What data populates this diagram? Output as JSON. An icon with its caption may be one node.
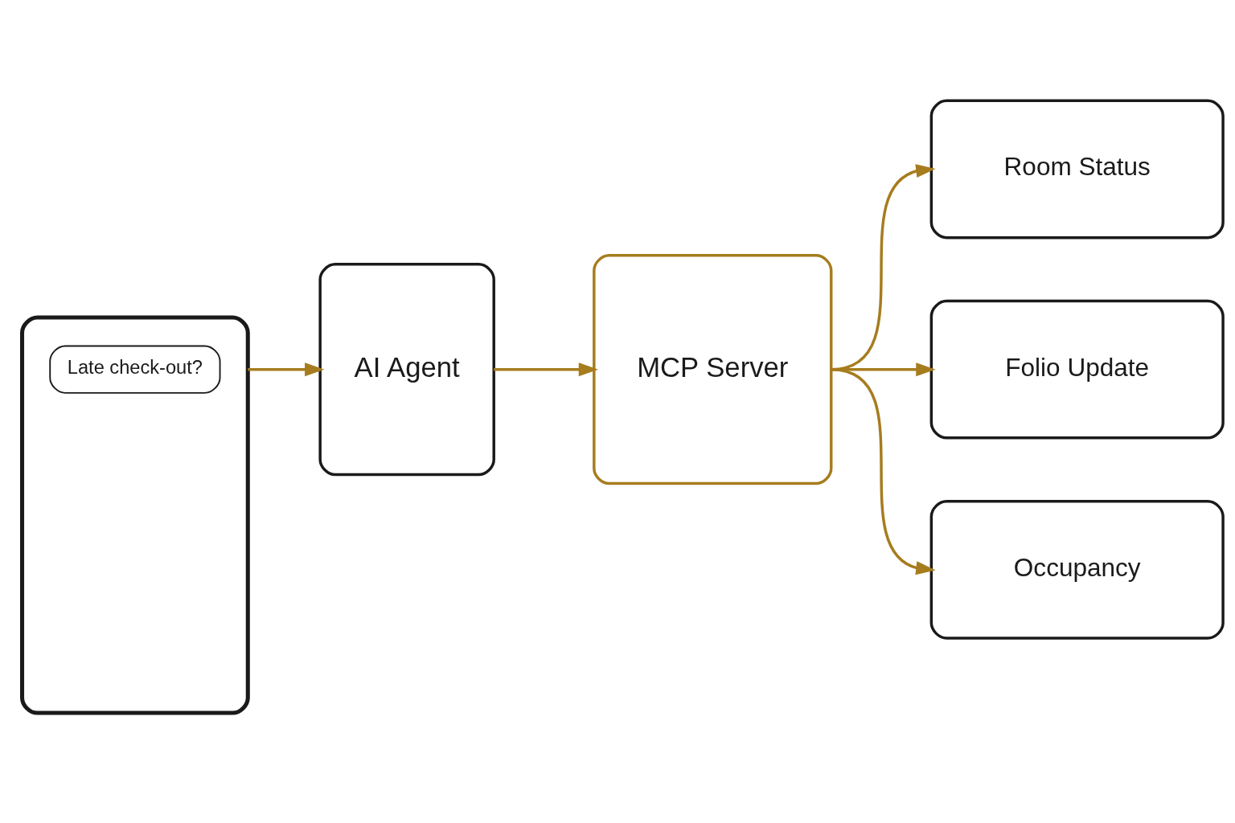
{
  "diagram": {
    "nodes": [
      {
        "text": [],
        "shape": "phone"
      },
      {
        "text": [
          "Late check-out?"
        ],
        "in": 0
      },
      {
        "text": [
          "AI Agent"
        ]
      },
      {
        "text": [
          "MCP Server"
        ]
      },
      {
        "text": [
          "Room Status"
        ]
      },
      {
        "text": [
          "Folio Update"
        ]
      },
      {
        "text": [
          "Occupancy"
        ]
      }
    ],
    "edges": [
      {
        "from": 0,
        "to": 2,
        "arrow": "to"
      },
      {
        "from": 2,
        "to": 3,
        "arrow": "to"
      },
      {
        "from": 3,
        "to": 4,
        "arrow": "to"
      },
      {
        "from": 3,
        "to": 5,
        "arrow": "to"
      },
      {
        "from": 3,
        "to": 6,
        "arrow": "to"
      }
    ]
  }
}
